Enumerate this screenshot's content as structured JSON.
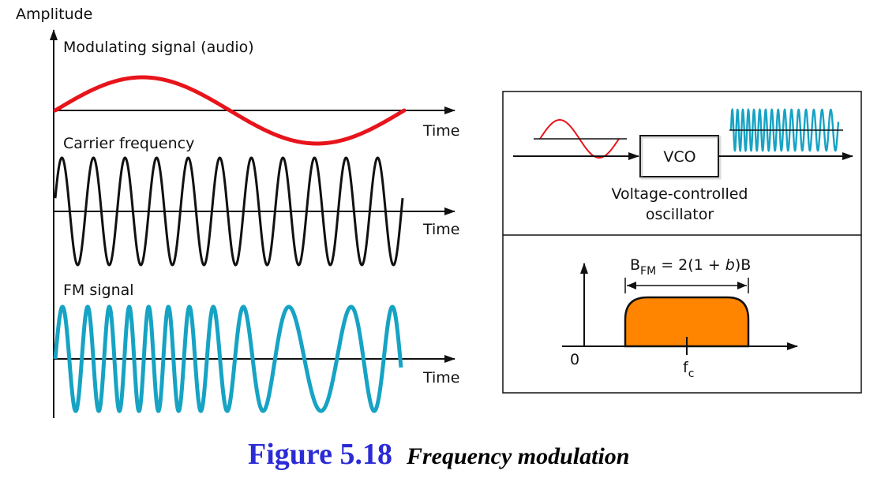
{
  "left_panel": {
    "y_axis_label": "Amplitude",
    "modulating": {
      "label": "Modulating signal (audio)",
      "time_label": "Time",
      "color": "#e8141b"
    },
    "carrier": {
      "label": "Carrier frequency",
      "time_label": "Time",
      "color": "#111111"
    },
    "fm": {
      "label": "FM signal",
      "time_label": "Time",
      "color": "#16a3c4"
    }
  },
  "vco_panel": {
    "box_label": "VCO",
    "description_line1": "Voltage-controlled",
    "description_line2": "oscillator",
    "input_color": "#e8141b",
    "output_color": "#16a3c4"
  },
  "bandwidth_panel": {
    "formula_main": "B",
    "formula_sub": "FM",
    "formula_rest_a": " = 2(1 + ",
    "formula_beta": "b",
    "formula_rest_b": ")B",
    "origin_label": "0",
    "center_main": "f",
    "center_sub": "c",
    "fill_color": "#ff8400"
  },
  "caption": {
    "number": "Figure 5.18",
    "title": "Frequency modulation"
  }
}
